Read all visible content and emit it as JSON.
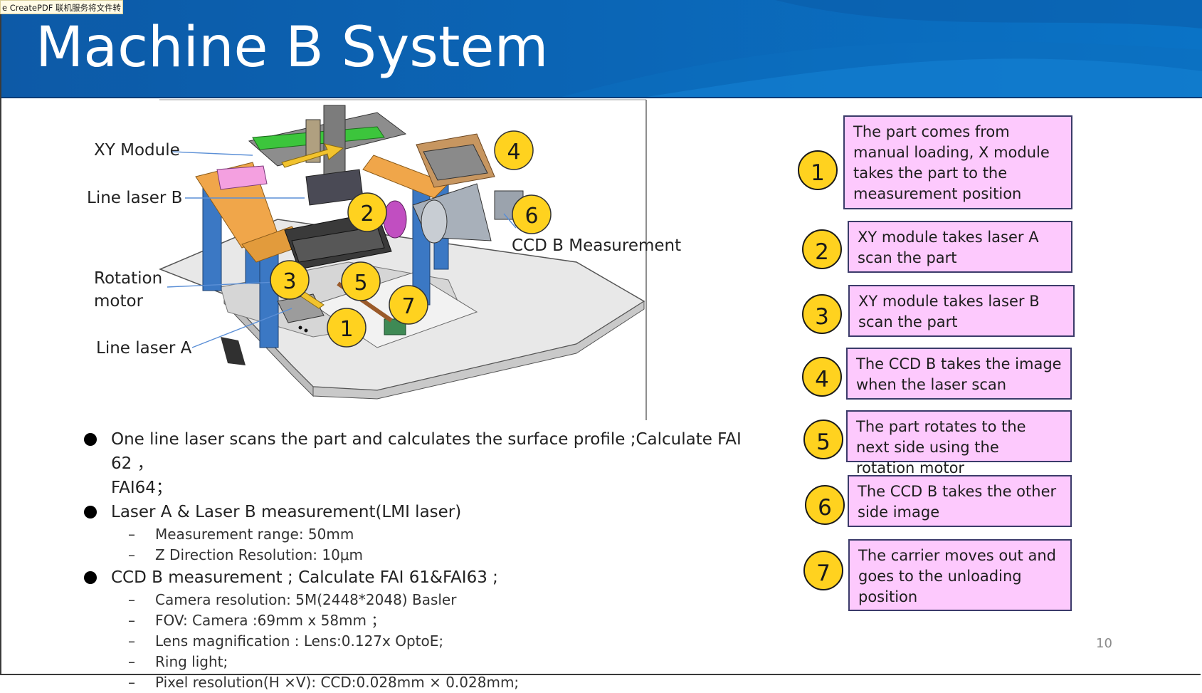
{
  "watermark": "e CreatePDF 联机服务将文件转",
  "title": "Machine B System",
  "diagram": {
    "labels": {
      "xy_module": "XY Module",
      "line_laser_b": "Line laser B",
      "rotation_motor_1": "Rotation",
      "rotation_motor_2": "motor",
      "line_laser_a": "Line laser A",
      "ccd_b": "CCD B Measurement"
    },
    "markers": [
      "1",
      "2",
      "3",
      "4",
      "5",
      "6",
      "7"
    ]
  },
  "bullets": {
    "item1_line1": "One line laser scans the part and calculates the surface profile ;Calculate FAI 62 ，",
    "item1_line2": "FAI64；",
    "item2": "Laser A & Laser B measurement(LMI laser)",
    "item2_sub1": "Measurement range: 50mm",
    "item2_sub2": "Z Direction Resolution: 10μm",
    "item3": "CCD B measurement ; Calculate FAI 61&FAI63 ;",
    "item3_sub1": "Camera resolution: 5M(2448*2048) Basler",
    "item3_sub2": "FOV: Camera :69mm x 58mm ；",
    "item3_sub3": "Lens magnification : Lens:0.127x OptoE;",
    "item3_sub4": "Ring light;",
    "item3_sub5": "Pixel resolution(H ×V): CCD:0.028mm × 0.028mm;",
    "dash": "–"
  },
  "steps": [
    {
      "num": "1",
      "text": "The part comes from manual loading, X module takes the part to the measurement position"
    },
    {
      "num": "2",
      "text": "XY module takes laser A scan the part"
    },
    {
      "num": "3",
      "text": "XY module takes laser B scan the part"
    },
    {
      "num": "4",
      "text": "The CCD B takes the image when the laser scan"
    },
    {
      "num": "5",
      "text": "The part rotates to the next side using the rotation motor"
    },
    {
      "num": "6",
      "text": "The CCD B takes the other side image"
    },
    {
      "num": "7",
      "text": "The carrier moves out and goes to the unloading position"
    }
  ],
  "page_number": "10",
  "colors": {
    "header_blue": "#0b64b4",
    "marker_yellow": "#ffd21f",
    "step_box_pink": "#fdc9fd"
  }
}
